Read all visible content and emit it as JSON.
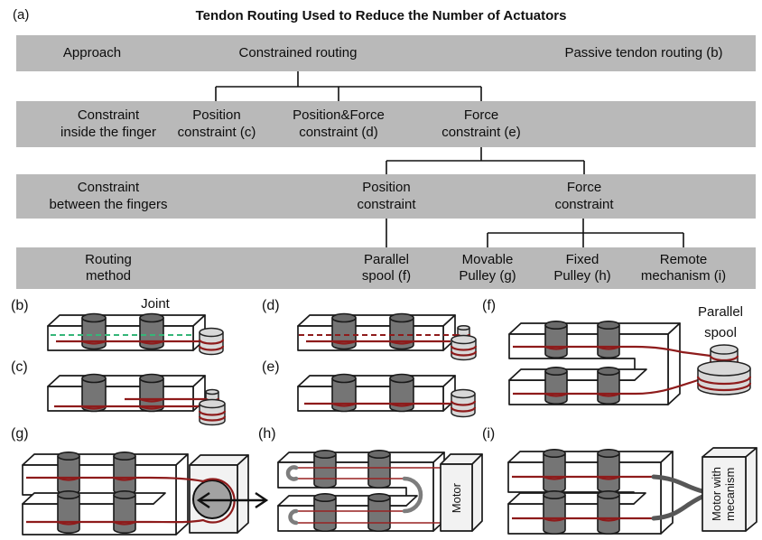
{
  "figure_label": "(a)",
  "title": "Tendon Routing Used to Reduce the Number of Actuators",
  "tree": {
    "row1": {
      "header": "Approach",
      "constrained": "Constrained routing",
      "passive": "Passive tendon routing (b)"
    },
    "row2": {
      "header": "Constraint\ninside the finger",
      "position": "Position\nconstraint (c)",
      "position_force": "Position&Force\nconstraint (d)",
      "force": "Force\nconstraint (e)"
    },
    "row3": {
      "header": "Constraint\nbetween the fingers",
      "position": "Position\nconstraint",
      "force": "Force\nconstraint"
    },
    "row4": {
      "header": "Routing\nmethod",
      "parallel_spool": "Parallel\nspool (f)",
      "movable_pulley": "Movable\nPulley (g)",
      "fixed_pulley": "Fixed\nPulley (h)",
      "remote_mechanism": "Remote\nmechanism (i)"
    }
  },
  "panels": {
    "b": {
      "label": "(b)",
      "joint_annotation": "Joint"
    },
    "c": {
      "label": "(c)"
    },
    "d": {
      "label": "(d)"
    },
    "e": {
      "label": "(e)"
    },
    "f": {
      "label": "(f)",
      "spool_annotation": "Parallel\nspool"
    },
    "g": {
      "label": "(g)"
    },
    "h": {
      "label": "(h)",
      "motor_label": "Motor"
    },
    "i": {
      "label": "(i)",
      "motor_label": "Motor with\nmecanism"
    }
  },
  "colors": {
    "bar_gray": "#b9b9b9",
    "tendon_red": "#8e1b1b",
    "passive_green": "#35b678",
    "cylinder_gray": "#757575",
    "pulley_gray": "#a2a2a2",
    "cable_gray": "#575757",
    "motor_box_fill": "#f2f2f2"
  }
}
